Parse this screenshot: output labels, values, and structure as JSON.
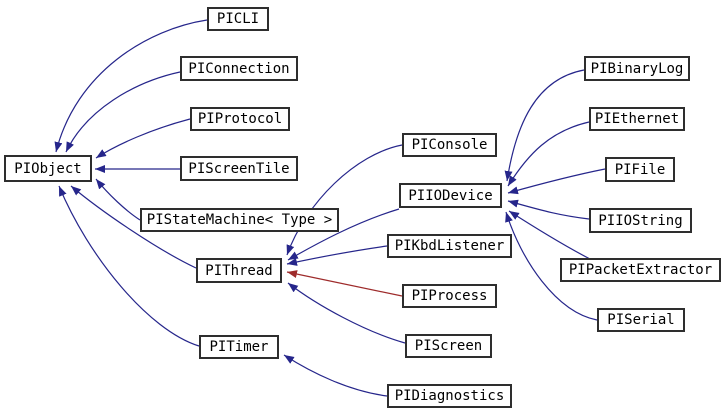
{
  "diagram": {
    "kind": "class-inheritance-graph",
    "colors": {
      "public_edge": "#26268b",
      "protected_edge": "#9e2b2b",
      "box_border": "#2e2e2e",
      "box_fill": "#ffffff",
      "text": "#000000",
      "background": "#ffffff"
    },
    "nodes": [
      {
        "label": "PIObject"
      },
      {
        "label": "PICLI"
      },
      {
        "label": "PIConnection"
      },
      {
        "label": "PIProtocol"
      },
      {
        "label": "PIScreenTile"
      },
      {
        "label": "PIStateMachine< Type >"
      },
      {
        "label": "PIThread"
      },
      {
        "label": "PITimer"
      },
      {
        "label": "PIConsole"
      },
      {
        "label": "PIIODevice"
      },
      {
        "label": "PIKbdListener"
      },
      {
        "label": "PIProcess"
      },
      {
        "label": "PIScreen"
      },
      {
        "label": "PIDiagnostics"
      },
      {
        "label": "PIBinaryLog"
      },
      {
        "label": "PIEthernet"
      },
      {
        "label": "PIFile"
      },
      {
        "label": "PIIOString"
      },
      {
        "label": "PIPacketExtractor"
      },
      {
        "label": "PISerial"
      }
    ],
    "edges": [
      {
        "from": "PICLI",
        "to": "PIObject",
        "type": "public"
      },
      {
        "from": "PIConnection",
        "to": "PIObject",
        "type": "public"
      },
      {
        "from": "PIProtocol",
        "to": "PIObject",
        "type": "public"
      },
      {
        "from": "PIScreenTile",
        "to": "PIObject",
        "type": "public"
      },
      {
        "from": "PIStateMachine< Type >",
        "to": "PIObject",
        "type": "public"
      },
      {
        "from": "PIThread",
        "to": "PIObject",
        "type": "public"
      },
      {
        "from": "PITimer",
        "to": "PIObject",
        "type": "public"
      },
      {
        "from": "PIConsole",
        "to": "PIThread",
        "type": "public"
      },
      {
        "from": "PIIODevice",
        "to": "PIThread",
        "type": "public"
      },
      {
        "from": "PIKbdListener",
        "to": "PIThread",
        "type": "public"
      },
      {
        "from": "PIProcess",
        "to": "PIThread",
        "type": "protected"
      },
      {
        "from": "PIScreen",
        "to": "PIThread",
        "type": "public"
      },
      {
        "from": "PIDiagnostics",
        "to": "PITimer",
        "type": "public"
      },
      {
        "from": "PIBinaryLog",
        "to": "PIIODevice",
        "type": "public"
      },
      {
        "from": "PIEthernet",
        "to": "PIIODevice",
        "type": "public"
      },
      {
        "from": "PIFile",
        "to": "PIIODevice",
        "type": "public"
      },
      {
        "from": "PIIOString",
        "to": "PIIODevice",
        "type": "public"
      },
      {
        "from": "PIPacketExtractor",
        "to": "PIIODevice",
        "type": "public"
      },
      {
        "from": "PISerial",
        "to": "PIIODevice",
        "type": "public"
      }
    ]
  }
}
